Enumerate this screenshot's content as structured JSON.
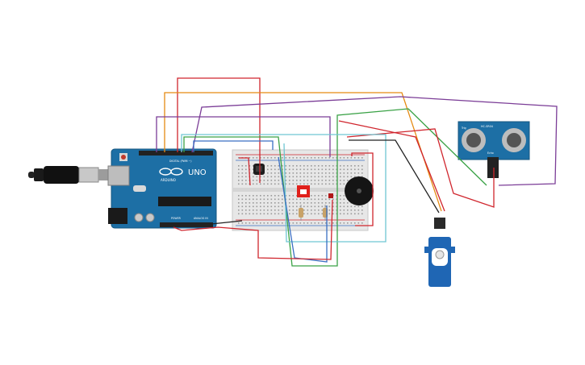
{
  "arduino": {
    "brand_text": "UNO",
    "logo_text": "ARDUINO",
    "digital_label": "DIGITAL (PWM ~)",
    "power_label": "POWER",
    "analog_label": "ANALOG IN"
  },
  "ultrasonic": {
    "model_text": "HC-SR04",
    "side_text": "Trig",
    "bottom_text": "Echo"
  },
  "colors": {
    "board_blue": "#1d6fa5",
    "breadboard": "#e7e7e7",
    "servo_blue": "#1f66b4",
    "wire_red": "#d0252d",
    "wire_orange": "#e58a12",
    "wire_purple": "#7b3d97",
    "wire_green": "#3aa246",
    "wire_cyan": "#6fc6d3",
    "wire_black": "#222222"
  },
  "icons": {
    "usb": "usb-connector-icon",
    "buzzer": "piezo-buzzer-icon",
    "servo": "micro-servo-icon",
    "sensor": "ultrasonic-sensor-icon"
  }
}
